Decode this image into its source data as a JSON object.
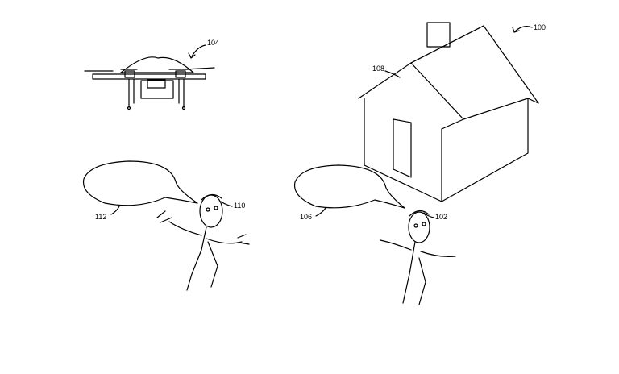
{
  "figure": {
    "labels": {
      "system": "100",
      "person_near_house": "102",
      "drone": "104",
      "speech_near_house": "106",
      "house": "108",
      "person_near_drone": "110",
      "speech_near_drone": "112"
    }
  }
}
